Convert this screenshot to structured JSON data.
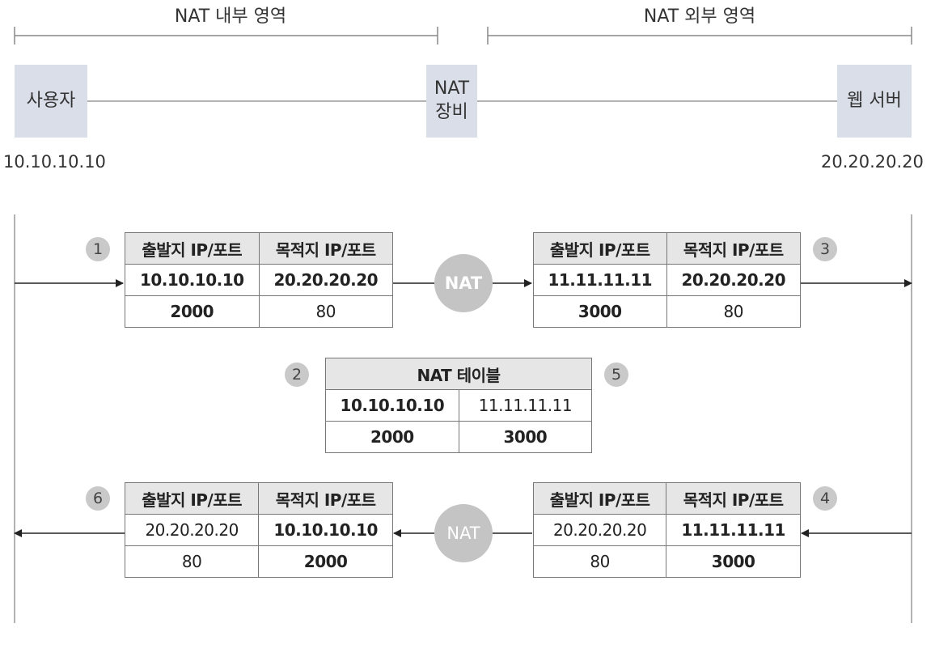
{
  "regions": {
    "inside": "NAT 내부 영역",
    "outside": "NAT 외부 영역"
  },
  "nodes": {
    "user": "사용자",
    "nat_line1": "NAT",
    "nat_line2": "장비",
    "web": "웹 서버"
  },
  "ips": {
    "user": "10.10.10.10",
    "web": "20.20.20.20"
  },
  "headers": {
    "src": "출발지 IP/포트",
    "dst": "목적지 IP/포트"
  },
  "nat_label": "NAT",
  "steps": [
    "1",
    "2",
    "3",
    "4",
    "5",
    "6"
  ],
  "packet1": {
    "src_ip": "10.10.10.10",
    "dst_ip": "20.20.20.20",
    "src_port": "2000",
    "dst_port": "80"
  },
  "packet3": {
    "src_ip": "11.11.11.11",
    "dst_ip": "20.20.20.20",
    "src_port": "3000",
    "dst_port": "80"
  },
  "nat_table": {
    "title": "NAT 테이블",
    "inner_ip": "10.10.10.10",
    "outer_ip": "11.11.11.11",
    "inner_port": "2000",
    "outer_port": "3000"
  },
  "packet4": {
    "src_ip": "20.20.20.20",
    "dst_ip": "11.11.11.11",
    "src_port": "80",
    "dst_port": "3000"
  },
  "packet6": {
    "src_ip": "20.20.20.20",
    "dst_ip": "10.10.10.10",
    "src_port": "80",
    "dst_port": "2000"
  }
}
